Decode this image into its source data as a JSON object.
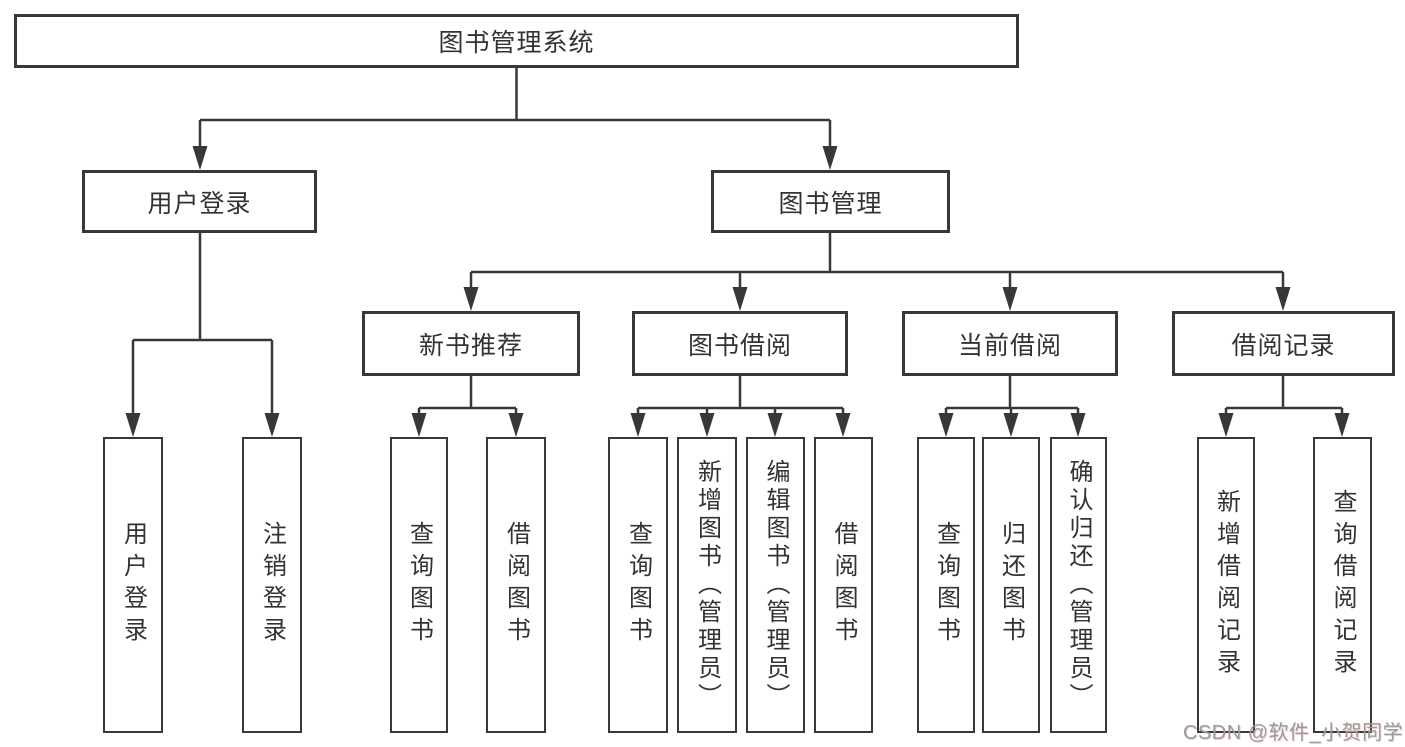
{
  "diagram": {
    "tree": {
      "label": "图书管理系统",
      "children": [
        {
          "label": "用户登录",
          "children": [
            {
              "label": "用户登录"
            },
            {
              "label": "注销登录"
            }
          ]
        },
        {
          "label": "图书管理",
          "children": [
            {
              "label": "新书推荐",
              "children": [
                {
                  "label": "查询图书"
                },
                {
                  "label": "借阅图书"
                }
              ]
            },
            {
              "label": "图书借阅",
              "children": [
                {
                  "label": "查询图书"
                },
                {
                  "label": "新增图书（管理员）"
                },
                {
                  "label": "编辑图书（管理员）"
                },
                {
                  "label": "借阅图书"
                }
              ]
            },
            {
              "label": "当前借阅",
              "children": [
                {
                  "label": "查询图书"
                },
                {
                  "label": "归还图书"
                },
                {
                  "label": "确认归还（管理员）"
                }
              ]
            },
            {
              "label": "借阅记录",
              "children": [
                {
                  "label": "新增借阅记录"
                },
                {
                  "label": "查询借阅记录"
                }
              ]
            }
          ]
        }
      ]
    },
    "colors": {
      "line": "#383838",
      "box_border": "#383838",
      "box_background": "#ffffff",
      "text": "#333333",
      "page_background": "#ffffff",
      "watermark_text": "#9b9b9b"
    }
  },
  "watermark": {
    "text": "CSDN @软件_小贺同学"
  }
}
